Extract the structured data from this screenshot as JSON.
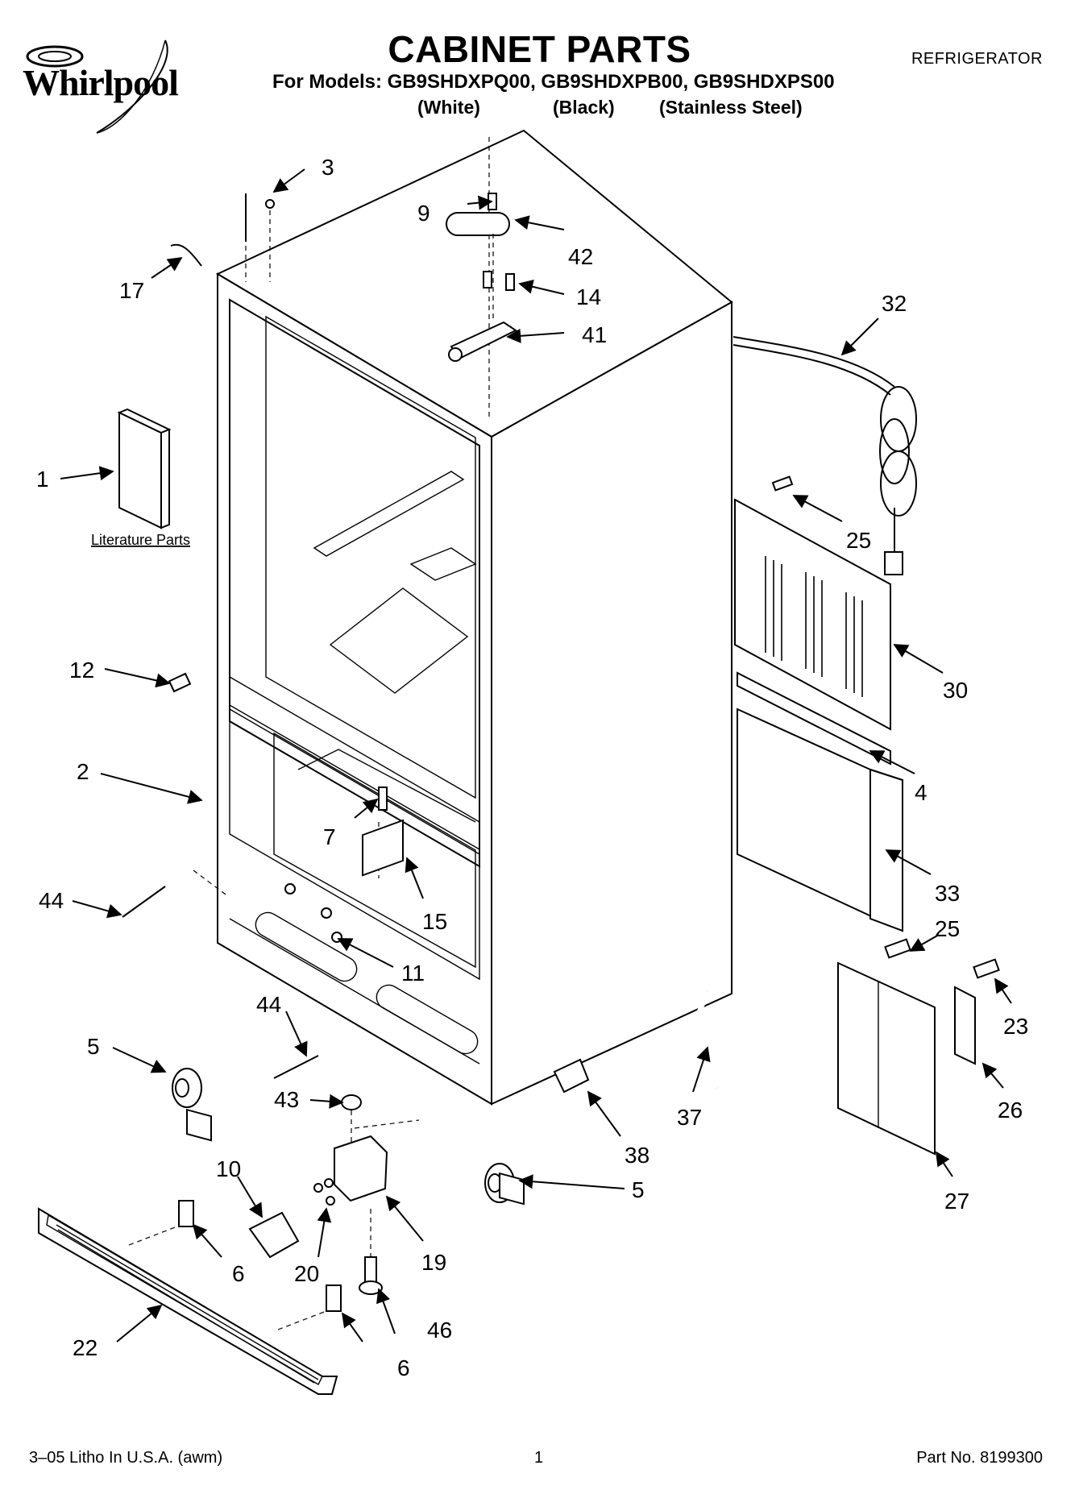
{
  "header": {
    "brand": "Whirlpool",
    "title": "CABINET PARTS",
    "models_line": "For Models: GB9SHDXPQ00, GB9SHDXPB00, GB9SHDXPS00",
    "variant_white": "(White)",
    "variant_black": "(Black)",
    "variant_stainless": "(Stainless Steel)",
    "category": "REFRIGERATOR"
  },
  "literature_label": "Literature Parts",
  "callouts": {
    "c1": "1",
    "c2": "2",
    "c3": "3",
    "c4": "4",
    "c5a": "5",
    "c5b": "5",
    "c6a": "6",
    "c6b": "6",
    "c7": "7",
    "c9": "9",
    "c10": "10",
    "c11": "11",
    "c12": "12",
    "c14": "14",
    "c15": "15",
    "c17": "17",
    "c19": "19",
    "c20": "20",
    "c22": "22",
    "c23": "23",
    "c25a": "25",
    "c25b": "25",
    "c26": "26",
    "c27": "27",
    "c30": "30",
    "c32": "32",
    "c33": "33",
    "c37": "37",
    "c38": "38",
    "c41": "41",
    "c42": "42",
    "c43": "43",
    "c44a": "44",
    "c44b": "44",
    "c46": "46"
  },
  "footer": {
    "left": "3–05 Litho In U.S.A. (awm)",
    "page": "1",
    "part_no": "Part No. 8199300"
  },
  "colors": {
    "ink": "#000000",
    "paper": "#ffffff"
  }
}
